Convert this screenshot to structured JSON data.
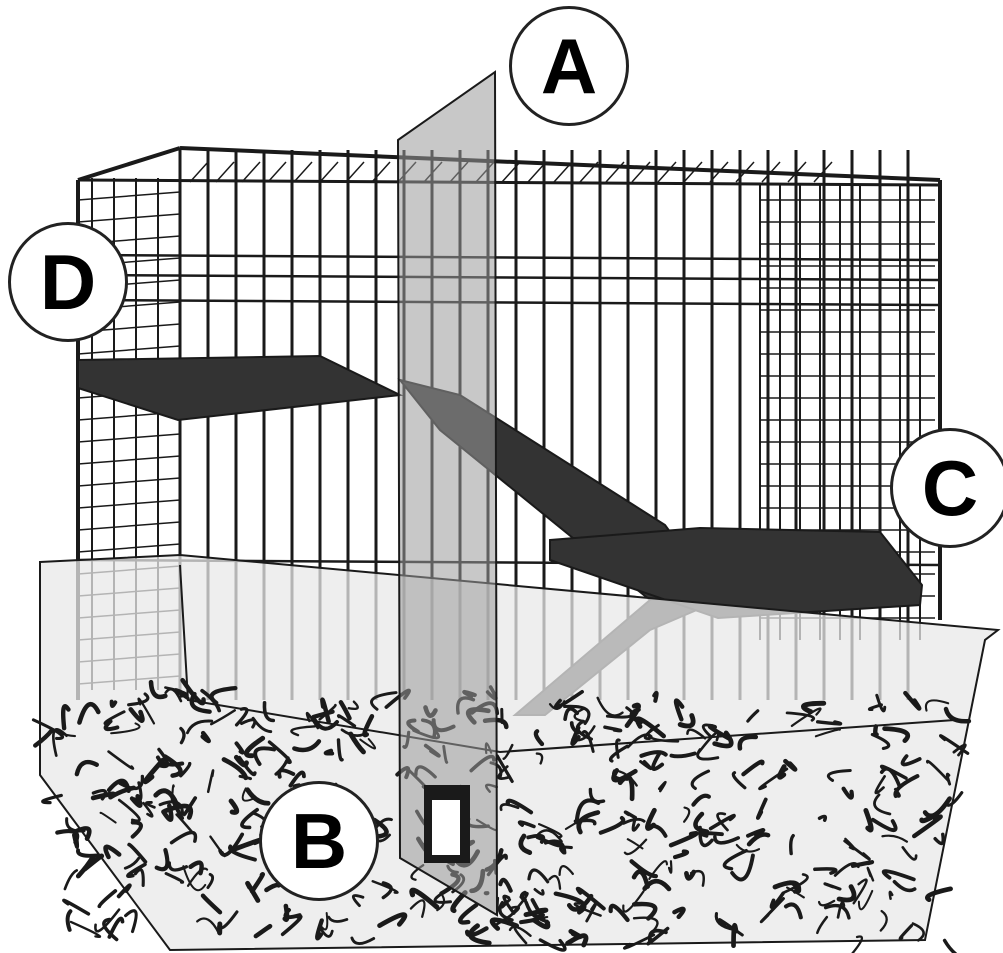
{
  "labels": {
    "a": "A",
    "b": "B",
    "c": "C",
    "d": "D"
  },
  "colors": {
    "outline": "#1a1a1a",
    "wire": "#1a1a1a",
    "shelf": "#333333",
    "tray": "#e8e8e8",
    "divider": "#9a9a9a",
    "background": "#ffffff"
  }
}
